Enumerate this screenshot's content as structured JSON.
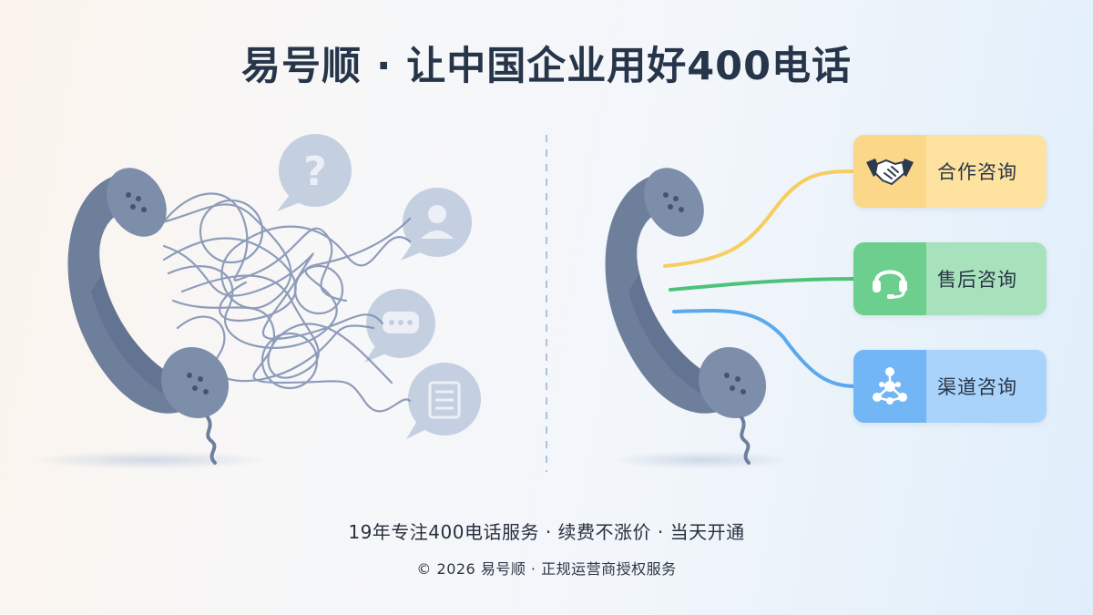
{
  "title": "易号顺 · 让中国企业用好400电话",
  "options": [
    {
      "label": "合作咨询",
      "icon": "handshake-icon",
      "color": "#fbd78a"
    },
    {
      "label": "售后咨询",
      "icon": "headset-icon",
      "color": "#6ccf8d"
    },
    {
      "label": "渠道咨询",
      "icon": "network-icon",
      "color": "#73b6f5"
    }
  ],
  "left_bubble_icons": [
    "question-mark-icon",
    "person-icon",
    "chat-icon",
    "document-icon"
  ],
  "colors": {
    "phone": "#6e7f9c",
    "phone_dark": "#586a89",
    "tangle": "#7c8db0",
    "bubble": "#a7b6d0",
    "line_yellow": "#f7cd5e",
    "line_green": "#4cc27a",
    "line_blue": "#5aa9ee"
  },
  "footer": {
    "tagline": "19年专注400电话服务 · 续费不涨价 · 当天开通",
    "copyright": "© 2026 易号顺 · 正规运营商授权服务"
  }
}
